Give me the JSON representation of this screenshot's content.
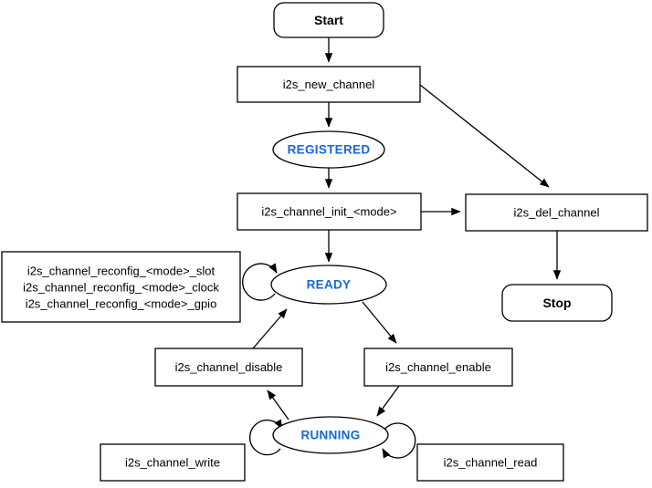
{
  "diagram": {
    "description": "I2S channel driver state flowchart",
    "nodes": {
      "start": "Start",
      "new_channel": "i2s_new_channel",
      "registered": "REGISTERED",
      "init": "i2s_channel_init_<mode>",
      "del_channel": "i2s_del_channel",
      "stop": "Stop",
      "ready": "READY",
      "reconfig_lines": [
        "i2s_channel_reconfig_<mode>_slot",
        "i2s_channel_reconfig_<mode>_clock",
        "i2s_channel_reconfig_<mode>_gpio"
      ],
      "disable": "i2s_channel_disable",
      "enable": "i2s_channel_enable",
      "running": "RUNNING",
      "write": "i2s_channel_write",
      "read": "i2s_channel_read"
    },
    "colors": {
      "state_text": "#1567E0",
      "node_stroke": "#000000",
      "node_fill": "#FFFFFF",
      "background": "#FFFFFF"
    }
  }
}
